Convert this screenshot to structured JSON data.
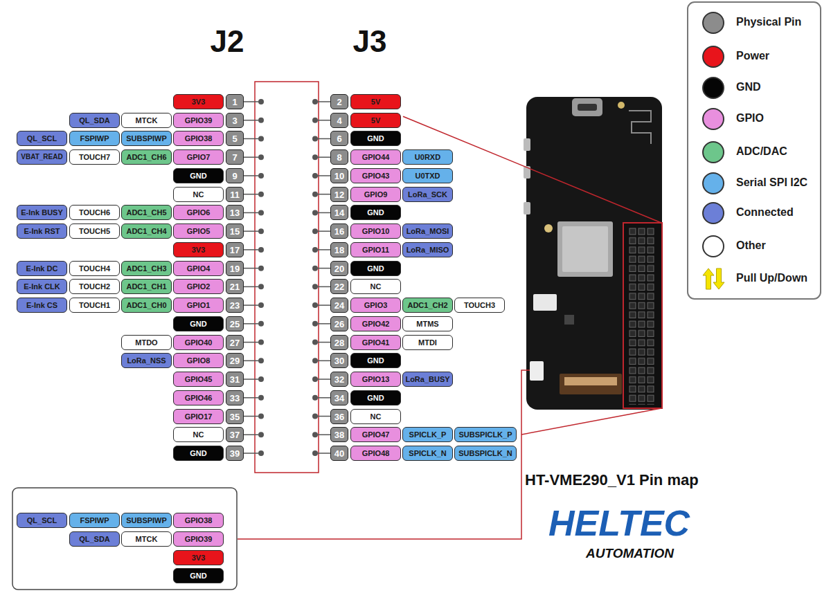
{
  "diagram": {
    "title": "HT-VME290_V1 Pin map",
    "nodes": [
      {
        "text": [
          "3V3"
        ]
      },
      {
        "text": [
          "1"
        ]
      },
      {
        "text": [
          "QL_SDA"
        ]
      },
      {
        "text": [
          "MTCK"
        ]
      },
      {
        "text": [
          "GPIO39"
        ]
      },
      {
        "text": [
          "3"
        ]
      },
      {
        "text": [
          "QL_SCL"
        ]
      },
      {
        "text": [
          "FSPIWP"
        ]
      },
      {
        "text": [
          "SUBSPIWP"
        ]
      },
      {
        "text": [
          "GPIO38"
        ]
      },
      {
        "text": [
          "5"
        ]
      },
      {
        "text": [
          "VBAT_READ"
        ]
      },
      {
        "text": [
          "TOUCH7"
        ]
      },
      {
        "text": [
          "ADC1_CH6"
        ]
      },
      {
        "text": [
          "GPIO7"
        ]
      },
      {
        "text": [
          "7"
        ]
      },
      {
        "text": [
          "GND"
        ]
      },
      {
        "text": [
          "9"
        ]
      },
      {
        "text": [
          "NC"
        ]
      },
      {
        "text": [
          "11"
        ]
      },
      {
        "text": [
          "E-Ink BUSY"
        ]
      },
      {
        "text": [
          "TOUCH6"
        ]
      },
      {
        "text": [
          "ADC1_CH5"
        ]
      },
      {
        "text": [
          "GPIO6"
        ]
      },
      {
        "text": [
          "13"
        ]
      },
      {
        "text": [
          "E-Ink RST"
        ]
      },
      {
        "text": [
          "TOUCH5"
        ]
      },
      {
        "text": [
          "ADC1_CH4"
        ]
      },
      {
        "text": [
          "GPIO5"
        ]
      },
      {
        "text": [
          "15"
        ]
      },
      {
        "text": [
          "3V3"
        ]
      },
      {
        "text": [
          "17"
        ]
      },
      {
        "text": [
          "E-Ink DC"
        ]
      },
      {
        "text": [
          "TOUCH4"
        ]
      },
      {
        "text": [
          "ADC1_CH3"
        ]
      },
      {
        "text": [
          "GPIO4"
        ]
      },
      {
        "text": [
          "19"
        ]
      },
      {
        "text": [
          "E-Ink CLK"
        ]
      },
      {
        "text": [
          "TOUCH2"
        ]
      },
      {
        "text": [
          "ADC1_CH1"
        ]
      },
      {
        "text": [
          "GPIO2"
        ]
      },
      {
        "text": [
          "21"
        ]
      },
      {
        "text": [
          "E-Ink CS"
        ]
      },
      {
        "text": [
          "TOUCH1"
        ]
      },
      {
        "text": [
          "ADC1_CH0"
        ]
      },
      {
        "text": [
          "GPIO1"
        ]
      },
      {
        "text": [
          "23"
        ]
      },
      {
        "text": [
          "GND"
        ]
      },
      {
        "text": [
          "25"
        ]
      },
      {
        "text": [
          "MTDO"
        ]
      },
      {
        "text": [
          "GPIO40"
        ]
      },
      {
        "text": [
          "27"
        ]
      },
      {
        "text": [
          "LoRa_NSS"
        ]
      },
      {
        "text": [
          "GPIO8"
        ]
      },
      {
        "text": [
          "29"
        ]
      },
      {
        "text": [
          "GPIO45"
        ]
      },
      {
        "text": [
          "31"
        ]
      },
      {
        "text": [
          "GPIO46"
        ]
      },
      {
        "text": [
          "33"
        ]
      },
      {
        "text": [
          "GPIO17"
        ]
      },
      {
        "text": [
          "35"
        ]
      },
      {
        "text": [
          "NC"
        ]
      },
      {
        "text": [
          "37"
        ]
      },
      {
        "text": [
          "GND"
        ]
      },
      {
        "text": [
          "39"
        ]
      },
      {
        "text": [
          "2"
        ]
      },
      {
        "text": [
          "5V"
        ]
      },
      {
        "text": [
          "4"
        ]
      },
      {
        "text": [
          "5V"
        ]
      },
      {
        "text": [
          "6"
        ]
      },
      {
        "text": [
          "GND"
        ]
      },
      {
        "text": [
          "8"
        ]
      },
      {
        "text": [
          "GPIO44"
        ]
      },
      {
        "text": [
          "U0RXD"
        ]
      },
      {
        "text": [
          "10"
        ]
      },
      {
        "text": [
          "GPIO43"
        ]
      },
      {
        "text": [
          "U0TXD"
        ]
      },
      {
        "text": [
          "12"
        ]
      },
      {
        "text": [
          "GPIO9"
        ]
      },
      {
        "text": [
          "LoRa_SCK"
        ]
      },
      {
        "text": [
          "14"
        ]
      },
      {
        "text": [
          "GND"
        ]
      },
      {
        "text": [
          "16"
        ]
      },
      {
        "text": [
          "GPIO10"
        ]
      },
      {
        "text": [
          "LoRa_MOSI"
        ]
      },
      {
        "text": [
          "18"
        ]
      },
      {
        "text": [
          "GPIO11"
        ]
      },
      {
        "text": [
          "LoRa_MISO"
        ]
      },
      {
        "text": [
          "20"
        ]
      },
      {
        "text": [
          "GND"
        ]
      },
      {
        "text": [
          "22"
        ]
      },
      {
        "text": [
          "NC"
        ]
      },
      {
        "text": [
          "24"
        ]
      },
      {
        "text": [
          "GPIO3"
        ]
      },
      {
        "text": [
          "ADC1_CH2"
        ]
      },
      {
        "text": [
          "TOUCH3"
        ]
      },
      {
        "text": [
          "26"
        ]
      },
      {
        "text": [
          "GPIO42"
        ]
      },
      {
        "text": [
          "MTMS"
        ]
      },
      {
        "text": [
          "28"
        ]
      },
      {
        "text": [
          "GPIO41"
        ]
      },
      {
        "text": [
          "MTDI"
        ]
      },
      {
        "text": [
          "30"
        ]
      },
      {
        "text": [
          "GND"
        ]
      },
      {
        "text": [
          "32"
        ]
      },
      {
        "text": [
          "GPIO13"
        ]
      },
      {
        "text": [
          "LoRa_BUSY"
        ]
      },
      {
        "text": [
          "34"
        ]
      },
      {
        "text": [
          "GND"
        ]
      },
      {
        "text": [
          "36"
        ]
      },
      {
        "text": [
          "NC"
        ]
      },
      {
        "text": [
          "38"
        ]
      },
      {
        "text": [
          "GPIO47"
        ]
      },
      {
        "text": [
          "SPICLK_P"
        ]
      },
      {
        "text": [
          "SUBSPICLK_P"
        ]
      },
      {
        "text": [
          "40"
        ]
      },
      {
        "text": [
          "GPIO48"
        ]
      },
      {
        "text": [
          "SPICLK_N"
        ]
      },
      {
        "text": [
          "SUBSPICLK_N"
        ]
      },
      {
        "text": [
          "QL_SCL"
        ]
      },
      {
        "text": [
          "FSPIWP"
        ]
      },
      {
        "text": [
          "SUBSPIWP"
        ]
      },
      {
        "text": [
          "GPIO38"
        ]
      },
      {
        "text": [
          "QL_SDA"
        ]
      },
      {
        "text": [
          "MTCK"
        ]
      },
      {
        "text": [
          "GPIO39"
        ]
      },
      {
        "text": [
          "3V3"
        ]
      },
      {
        "text": [
          "GND"
        ]
      }
    ],
    "labels": [
      "J2",
      "J3",
      "HELTEC",
      "AUTOMATION"
    ],
    "legend": [
      {
        "text": "Physical Pin",
        "color": "#8c8c8c"
      },
      {
        "text": "Power",
        "color": "#e8141b"
      },
      {
        "text": "GND",
        "color": "#050505"
      },
      {
        "text": "GPIO",
        "color": "#e88fde"
      },
      {
        "text": "ADC/DAC",
        "color": "#6dc68b"
      },
      {
        "text": "Serial SPI I2C",
        "color": "#65b1ea"
      },
      {
        "text": "Connected",
        "color": "#6c7fd7"
      },
      {
        "text": "Other",
        "color": "#ffffff"
      },
      {
        "text": "Pull Up/Down"
      }
    ]
  }
}
